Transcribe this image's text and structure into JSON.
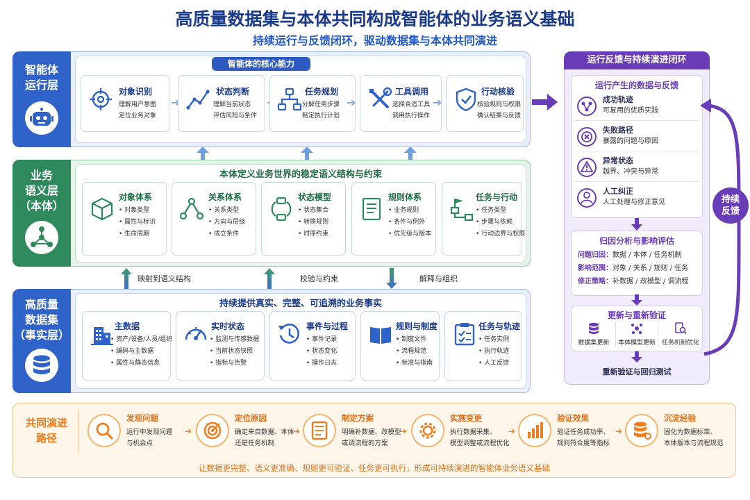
{
  "title": "高质量数据集与本体共同构成智能体的业务语义基础",
  "subtitle": "持续运行与反馈闭环，驱动数据集与本体共同演进",
  "agent": {
    "label": [
      "智能体",
      "运行层"
    ],
    "header": "智能体的核心能力",
    "cards": [
      {
        "title": "对象识别",
        "lines": [
          "理解用户意图",
          "定位业务对象"
        ],
        "icon": "target-icon"
      },
      {
        "title": "状态判断",
        "lines": [
          "理解当前状态",
          "评估风险与条件"
        ],
        "icon": "trend-icon"
      },
      {
        "title": "任务规划",
        "lines": [
          "分解任务步骤",
          "制定执行计划"
        ],
        "icon": "flow-icon"
      },
      {
        "title": "工具调用",
        "lines": [
          "选择合适工具",
          "调用执行操作"
        ],
        "icon": "tools-icon"
      },
      {
        "title": "行动核验",
        "lines": [
          "核验规则与权限",
          "确认结果与反馈"
        ],
        "icon": "shield-check-icon"
      }
    ]
  },
  "semantic": {
    "label": [
      "业务",
      "语义层",
      "（本体）"
    ],
    "header": "本体定义业务世界的稳定语义结构与约束",
    "cards": [
      {
        "title": "对象体系",
        "items": [
          "• 对象类型",
          "• 属性与标识",
          "• 生命周期"
        ],
        "icon": "cube-icon"
      },
      {
        "title": "关系体系",
        "items": [
          "• 关系类型",
          "• 方向与层级",
          "• 成立条件"
        ],
        "icon": "relation-icon"
      },
      {
        "title": "状态模型",
        "items": [
          "• 状态集合",
          "• 转换规则",
          "• 时序约束"
        ],
        "icon": "cycle-icon"
      },
      {
        "title": "规则体系",
        "items": [
          "• 业务规则",
          "• 条件与例外",
          "• 优先级与版本"
        ],
        "icon": "document-icon"
      },
      {
        "title": "任务与行动",
        "items": [
          "• 任务类型",
          "• 步骤与依赖",
          "• 行动边界与权限"
        ],
        "icon": "task-flow-icon"
      }
    ]
  },
  "between": [
    "映射到语义结构",
    "校验与约束",
    "解释与组织"
  ],
  "data": {
    "label": [
      "高质量",
      "数据集",
      "（事实层）"
    ],
    "header": "持续提供真实、完整、可追溯的业务事实",
    "cards": [
      {
        "title": "主数据",
        "items": [
          "• 资产/设备/人员/组织",
          "• 编码与主数据",
          "• 属性与静态信息"
        ],
        "icon": "building-icon"
      },
      {
        "title": "实时状态",
        "items": [
          "• 监测与传感数据",
          "• 当前状态快照",
          "• 指标与告警"
        ],
        "icon": "gauge-icon"
      },
      {
        "title": "事件与过程",
        "items": [
          "• 事件记录",
          "• 状态变化",
          "• 操作日志"
        ],
        "icon": "history-icon"
      },
      {
        "title": "规则与制度",
        "items": [
          "• 制度文件",
          "• 流程规范",
          "• 标准与指南"
        ],
        "icon": "book-icon"
      },
      {
        "title": "任务与轨迹",
        "items": [
          "• 任务实例",
          "• 执行轨迹",
          "• 人工反馈"
        ],
        "icon": "checklist-icon"
      }
    ]
  },
  "loop": {
    "header": "运行反馈与持续演进闭环",
    "feedback_title": "运行产生的数据与反馈",
    "feedback": [
      {
        "title": "成功轨迹",
        "desc": "可复用的优质实践",
        "icon": "success-icon"
      },
      {
        "title": "失败路径",
        "desc": "暴露的问题与原因",
        "icon": "fail-icon"
      },
      {
        "title": "异常状态",
        "desc": "越界、冲突与异常",
        "icon": "warning-icon"
      },
      {
        "title": "人工纠正",
        "desc": "人工处理与修正意见",
        "icon": "person-icon"
      }
    ],
    "analysis_title": "归因分析与影响评估",
    "analysis": [
      {
        "k": "问题归因：",
        "v": "数据 / 本体 / 任务机制"
      },
      {
        "k": "影响范围：",
        "v": "对象 / 关系 / 规则 / 任务"
      },
      {
        "k": "修正策略：",
        "v": "补数据 / 改模型 / 调流程"
      }
    ],
    "update_title": "更新与重新验证",
    "updates": [
      {
        "label": "数据集更新",
        "icon": "database-icon"
      },
      {
        "label": "本体模型更新",
        "icon": "graph-icon"
      },
      {
        "label": "任务机制优化",
        "icon": "search-doc-icon"
      }
    ],
    "retest": "重新验证与回归测试",
    "side": [
      "持续",
      "反馈"
    ]
  },
  "path": {
    "label": [
      "共同演进",
      "路径"
    ],
    "steps": [
      {
        "title": "发现问题",
        "lines": [
          "运行中发现问题",
          "与机会点"
        ],
        "icon": "magnifier-icon"
      },
      {
        "title": "定位原因",
        "lines": [
          "确定来自数据、本体",
          "还是任务机制"
        ],
        "icon": "bullseye-icon"
      },
      {
        "title": "制定方案",
        "lines": [
          "明确补数据、改模型",
          "或调流程的方案"
        ],
        "icon": "list-icon"
      },
      {
        "title": "实施变更",
        "lines": [
          "执行数据采集、",
          "模型调整或流程优化"
        ],
        "icon": "gear-icon"
      },
      {
        "title": "验证效果",
        "lines": [
          "验证任务成功率、",
          "规则符合度等指标"
        ],
        "icon": "bar-chart-icon"
      },
      {
        "title": "沉淀经验",
        "lines": [
          "固化为数据标准、",
          "本体版本与流程规范"
        ],
        "icon": "database-gear-icon"
      }
    ],
    "footer": "让数据更完整、语义更准确、规则更可验证、任务更可执行，形成可持续演进的智能体业务语义基础"
  },
  "colors": {
    "blue": "#2f63c9",
    "green": "#2e8a5c",
    "purple": "#6a3db8",
    "orange": "#f07d1e"
  }
}
